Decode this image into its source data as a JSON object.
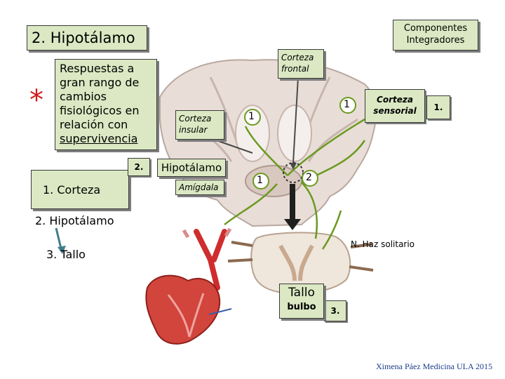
{
  "title": "2. Hipotálamo",
  "components_label": "Componentes Integradores",
  "star_symbol": "*",
  "response_text_lines": [
    "Respuestas a",
    "gran rango de",
    "cambios",
    "fisiológicos en",
    "relación con"
  ],
  "response_text_underlined": "supervivencia",
  "hierarchy": {
    "item1": "1. Corteza",
    "item2": "2. Hipotálamo",
    "item3": "3. Tallo"
  },
  "diagram_labels": {
    "corteza_frontal": "Corteza frontal",
    "corteza_insular": "Corteza insular",
    "corteza_sensorial": "Corteza sensorial",
    "num_1_box": "1.",
    "num_2_box": "2.",
    "num_3_box": "3.",
    "hipotalamo": "Hipotálamo",
    "amigdala": "Amígdala",
    "haz_solitario": "N. Haz solitario",
    "tallo": "Tallo",
    "bulbo": "bulbo",
    "circle_1a": "1",
    "circle_1b": "1",
    "circle_1c": "1",
    "circle_2": "2"
  },
  "credit": "Ximena Páez Medicina ULA 2015",
  "colors": {
    "label_bg": "#dbe8c3",
    "star": "#d11a1a",
    "pathway_green": "#6a9a1f",
    "arrow_gray": "#4a4a4a",
    "arrow_teal": "#3e7f8c"
  }
}
